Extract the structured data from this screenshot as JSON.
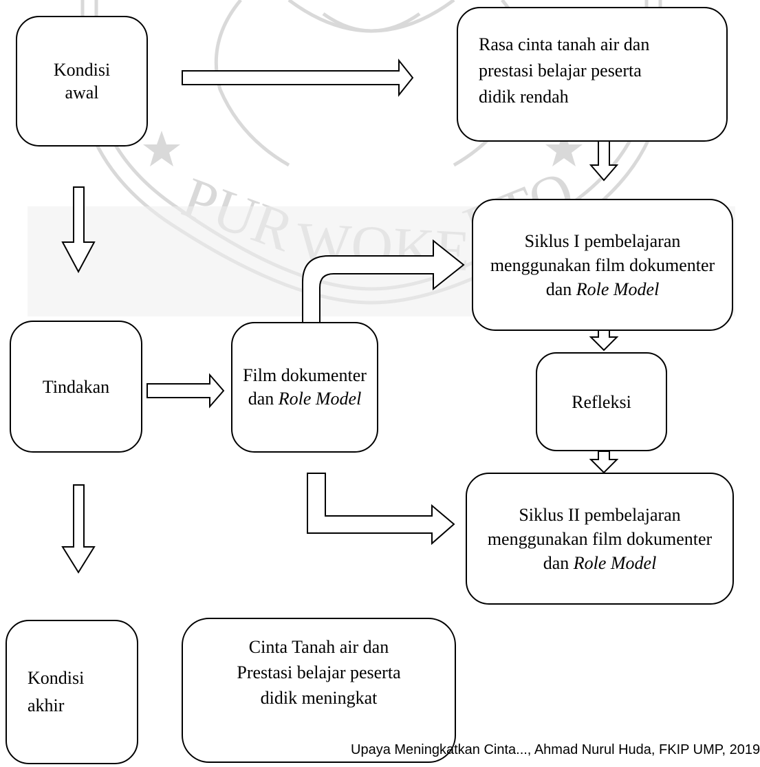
{
  "watermark": {
    "text": "PURWOKERTO",
    "color": "#d9d9d9"
  },
  "nodes": {
    "kondisi_awal": {
      "lines": [
        "Kondisi",
        "awal"
      ]
    },
    "rasa_cinta": {
      "lines": [
        "Rasa cinta tanah air dan",
        "prestasi belajar peserta",
        "didik rendah"
      ]
    },
    "siklus_1": {
      "text1": "Siklus I pembelajaran menggunakan film dokumenter dan ",
      "italic": "Role Model"
    },
    "tindakan": {
      "text": "Tindakan"
    },
    "film": {
      "text1": "Film dokumenter dan ",
      "italic": "Role Model"
    },
    "refleksi": {
      "text": "Refleksi"
    },
    "siklus_2": {
      "text1": "Siklus II pembelajaran menggunakan film dokumenter dan ",
      "italic": "Role Model"
    },
    "kondisi_akhir": {
      "lines": [
        "Kondisi",
        "akhir"
      ]
    },
    "cinta_meningkat": {
      "lines": [
        "Cinta Tanah air dan",
        "Prestasi belajar peserta",
        "didik meningkat"
      ]
    }
  },
  "footer": {
    "text": "Upaya Meningkatkan Cinta..., Ahmad Nurul Huda, FKIP UMP, 2019"
  },
  "colors": {
    "stroke": "#000000",
    "fill": "#ffffff"
  }
}
